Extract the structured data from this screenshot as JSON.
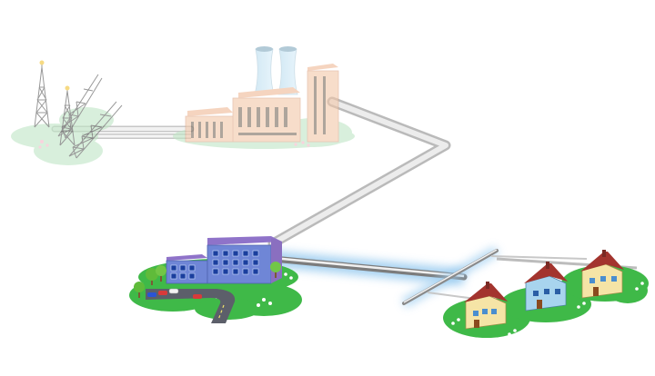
{
  "scene": {
    "nodes": [
      {
        "id": "gas-wells",
        "kind": "oil-gas-derricks",
        "faded": true
      },
      {
        "id": "power-plant",
        "kind": "power-station",
        "faded": true
      },
      {
        "id": "office",
        "kind": "commercial-building"
      },
      {
        "id": "homes",
        "kind": "residential-houses",
        "count": 3
      }
    ],
    "connections": [
      {
        "from": "gas-wells",
        "to": "power-plant",
        "style": "pipe-faded"
      },
      {
        "from": "power-plant",
        "to": "office",
        "style": "pipe-faded"
      },
      {
        "from": "office",
        "to": "homes",
        "style": "pipe-highlighted"
      }
    ],
    "colors": {
      "grass": "#3fb948",
      "grass_faded": "#bfe6c5",
      "building_blue": "#6f86d6",
      "building_roof": "#8f73c9",
      "house_wall": "#f5e4a6",
      "house_roof": "#a3342e",
      "house_blue_wall": "#a8d4ee",
      "plant": "#f2c7a8",
      "pipe": "#c9c9c9",
      "glow": "#9dcdf0"
    }
  }
}
